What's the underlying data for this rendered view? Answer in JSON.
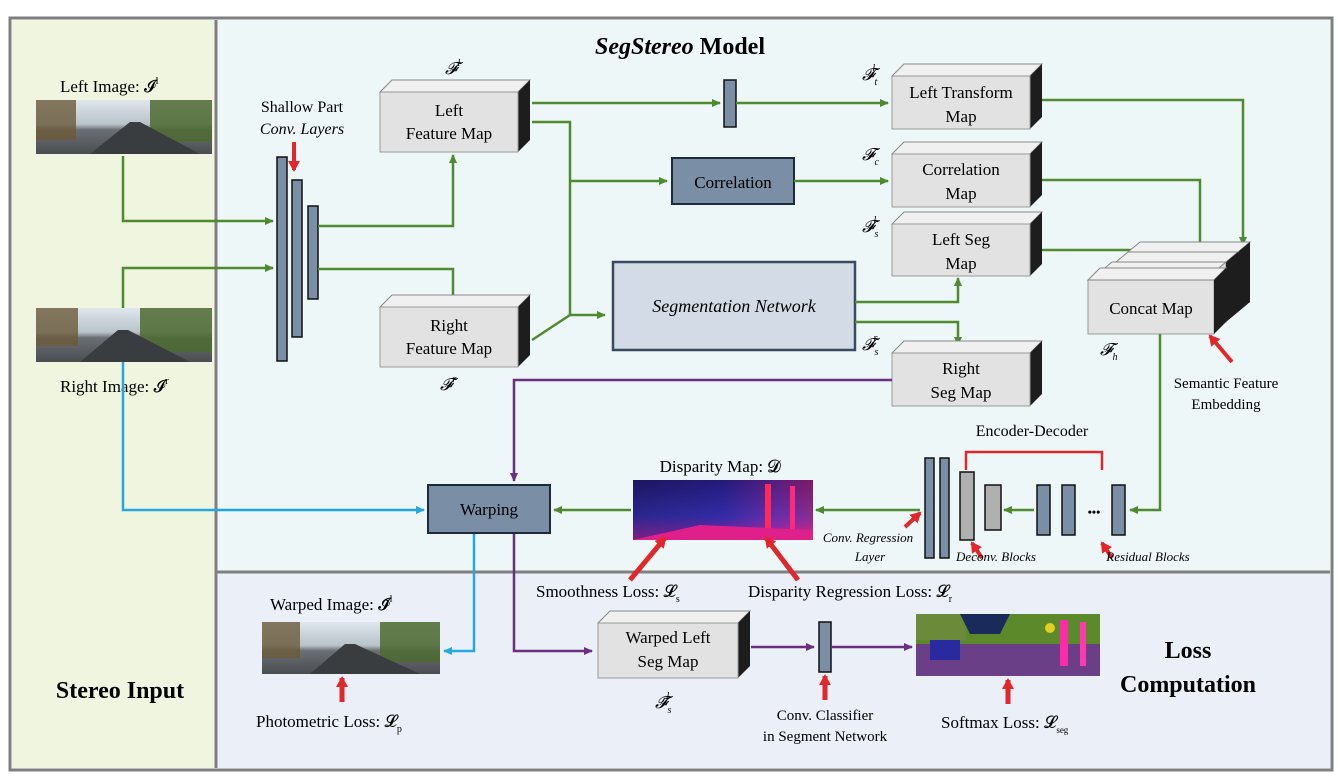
{
  "colors": {
    "green": "#4f8a2f",
    "blue": "#27a7e0",
    "purple": "#6b2f7f",
    "red": "#e0282c",
    "box_gray": "#e2e2e2",
    "box_side": "#1d1d1d",
    "layer_blue": "#7a8ea6",
    "stereo_bg": "#eff5df",
    "model_bg": "#edf7f8",
    "loss_bg": "#eaeff8"
  },
  "panels": {
    "stereo_input": "Stereo Input",
    "model_title_italic": "SegStereo",
    "model_title_rest": " Model",
    "loss_line1": "Loss",
    "loss_line2": "Computation"
  },
  "inputs": {
    "left_image": "Left Image: 𝓘",
    "left_sup": "l",
    "right_image": "Right Image: 𝓘",
    "right_sup": "r"
  },
  "shallow": {
    "line1": "Shallow Part",
    "line2": "Conv. Layers"
  },
  "feature_maps": {
    "left_line1": "Left",
    "left_line2": "Feature Map",
    "left_sym": "𝓕",
    "left_sup": "l",
    "right_line1": "Right",
    "right_line2": "Feature Map",
    "right_sym": "𝓕",
    "right_sup": "r"
  },
  "nodes": {
    "correlation": "Correlation",
    "segmentation_network": "Segmentation Network",
    "warping": "Warping",
    "left_transform_1": "Left Transform",
    "left_transform_2": "Map",
    "correlation_map_1": "Correlation",
    "correlation_map_2": "Map",
    "left_seg_1": "Left Seg",
    "left_seg_2": "Map",
    "right_seg_1": "Right",
    "right_seg_2": "Seg Map",
    "concat_map": "Concat Map",
    "warped_left_seg_1": "Warped Left",
    "warped_left_seg_2": "Seg Map"
  },
  "symbols": {
    "ft": "𝓕",
    "ft_sub": "t",
    "ft_sup": "l",
    "fc": "𝓕",
    "fc_sub": "c",
    "fsl": "𝓕",
    "fsl_sub": "s",
    "fsl_sup": "l",
    "fsr": "𝓕",
    "fsr_sub": "s",
    "fsr_sup": "r",
    "fh": "𝓕",
    "fh_sub": "h",
    "warped_seg_sym": "𝓕̃",
    "warped_seg_sub": "s",
    "warped_seg_sup": "l"
  },
  "labels": {
    "semantic_1": "Semantic Feature",
    "semantic_2": "Embedding",
    "encoder_decoder": "Encoder-Decoder",
    "disparity_map": "Disparity Map: 𝓓",
    "conv_regression_1": "Conv. Regression",
    "conv_regression_2": "Layer",
    "deconv_blocks": "Deconv. Blocks",
    "residual_blocks": "Residual Blocks",
    "ellipsis": "•••",
    "smoothness_loss": "Smoothness Loss: 𝓛",
    "smoothness_sub": "s",
    "disparity_loss": "Disparity Regression Loss: 𝓛",
    "disparity_sub": "r",
    "warped_image": "Warped Image: 𝓘̃",
    "warped_image_sup": "l",
    "photometric_loss": "Photometric Loss: 𝓛",
    "photometric_sub": "p",
    "conv_classifier_1": "Conv. Classifier",
    "conv_classifier_2": "in Segment Network",
    "softmax_loss": "Softmax Loss: 𝓛",
    "softmax_sub": "seg"
  }
}
